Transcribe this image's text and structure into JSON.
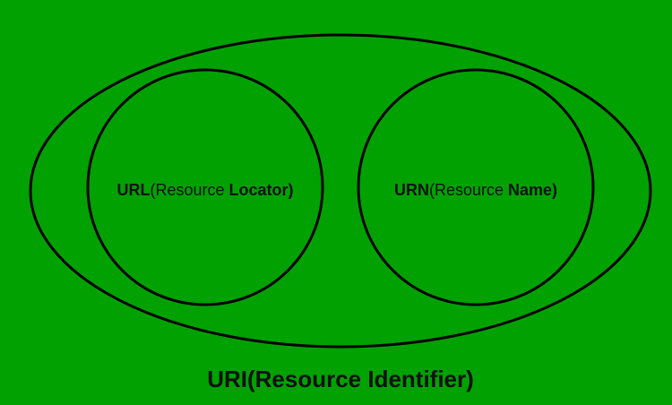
{
  "colors": {
    "background": "#00A100",
    "stroke": "#000000",
    "text": "#111111"
  },
  "uri": {
    "label_bold": "URI(Resource Identifier)"
  },
  "url": {
    "abbr": "URL",
    "open_paren_light": "(Resource ",
    "keyword": "Locator",
    "close_paren": ")"
  },
  "urn": {
    "abbr": "URN",
    "open_paren_light": "(Resource ",
    "keyword": "Name",
    "close_paren": ")"
  }
}
